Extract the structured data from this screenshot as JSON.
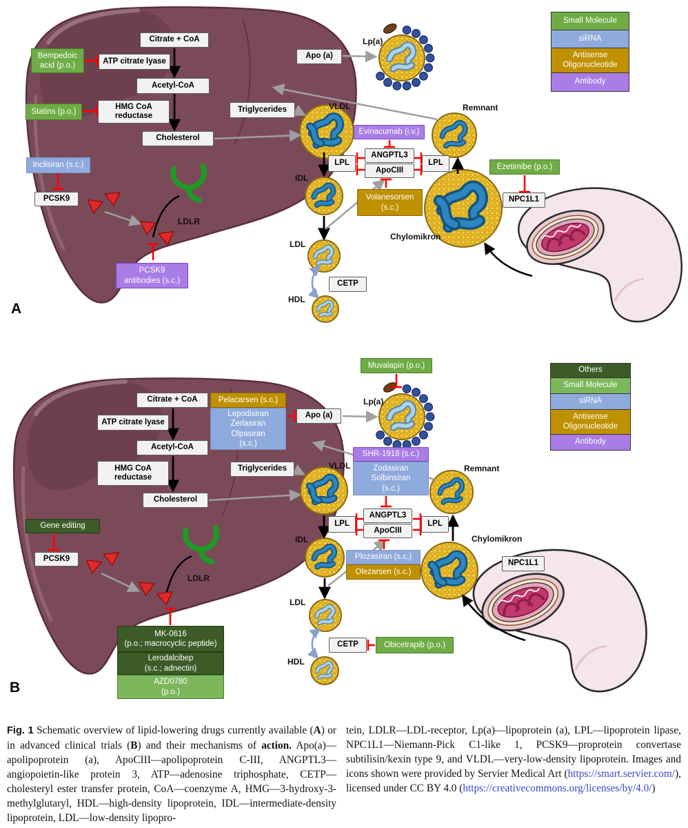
{
  "panel_a": {
    "label": "A",
    "boxes": {
      "citrate_coa": "Citrate + CoA",
      "atp_citrate_lyase": "ATP citrate lyase",
      "acetyl_coa": "Acetyl-CoA",
      "hmg_coa_reductase": "HMG CoA\nreductase",
      "cholesterol": "Cholesterol",
      "triglycerides": "Triglycerides",
      "pcsk9": "PCSK9",
      "apo_a": "Apo (a)",
      "angptl3": "ANGPTL3",
      "apociii": "ApoCIII",
      "lpl_left": "LPL",
      "lpl_right": "LPL",
      "cetp": "CETP",
      "npc1l1": "NPC1L1"
    },
    "drugs": {
      "bempedoic_acid": "Bempedoic\nacid (p.o.)",
      "statins": "Statins (p.o.)",
      "inclisiran": "Inclisiran (s.c.)",
      "pcsk9_antibodies": "PCSK9\nantibodies (s.c.)",
      "evinacumab": "Evinacumab (i.v.)",
      "volanesorsen": "Volanesorsen\n(s.c.)",
      "ezetimibe": "Ezetimibe (p.o.)"
    },
    "particles": {
      "lpa": "Lp(a)",
      "vldl": "VLDL",
      "idl": "IDL",
      "ldl": "LDL",
      "hdl": "HDL",
      "remnant": "Remnant",
      "chylomikron": "Chylomikron",
      "ldlr": "LDLR"
    },
    "legend": {
      "items": [
        {
          "label": "Small Molecule",
          "color": "#6FAC46"
        },
        {
          "label": "siRNA",
          "color": "#8FAADC"
        },
        {
          "label": "Antisense\nOligonucleotide",
          "color": "#BF9000"
        },
        {
          "label": "Antibody",
          "color": "#A97CE6"
        }
      ]
    }
  },
  "panel_b": {
    "label": "B",
    "boxes": {
      "citrate_coa": "Citrate + CoA",
      "atp_citrate_lyase": "ATP citrate lyase",
      "acetyl_coa": "Acetyl-CoA",
      "hmg_coa_reductase": "HMG CoA\nreductase",
      "cholesterol": "Cholesterol",
      "triglycerides": "Triglycerides",
      "pcsk9": "PCSK9",
      "apo_a": "Apo (a)",
      "angptl3": "ANGPTL3",
      "apociii": "ApoCIII",
      "lpl_left": "LPL",
      "lpl_right": "LPL",
      "cetp": "CETP",
      "npc1l1": "NPC1L1"
    },
    "drugs": {
      "muvalapin": "Muvalapin (p.o.)",
      "pelacarsen": "Pelacarsen (s.c.)",
      "lepodisiran_group": "Lepodisiran\nZerlasiran\nOlpasiran\n(s.c.)",
      "shr_1918": "SHR-1918 (s.c.)",
      "zodasiran_group": "Zodasiran\nSolbinsiran\n(s.c.)",
      "plozasiran": "Plozasiran (s.c.)",
      "olezarsen": "Olezarsen (s.c.)",
      "gene_editing": "Gene editing",
      "mk_0616": "MK-0616\n(p.o.; macrocyclic peptide)",
      "lerodalcibep": "Lerodalcibep\n(s.c.; adnectin)",
      "azd0780": "AZD0780\n(p.o.)",
      "obicetrapib": "Obicetrapib (p.o.)"
    },
    "particles": {
      "lpa": "Lp(a)",
      "vldl": "VLDL",
      "idl": "IDL",
      "ldl": "LDL",
      "hdl": "HDL",
      "remnant": "Remnant",
      "chylomikron": "Chylomikron",
      "ldlr": "LDLR"
    },
    "legend": {
      "items": [
        {
          "label": "Others",
          "color": "#3C5B26"
        },
        {
          "label": "Small Molecule",
          "color": "#7CB75B"
        },
        {
          "label": "siRNA",
          "color": "#8FAADC"
        },
        {
          "label": "Antisense\nOligonucleotide",
          "color": "#BF9000"
        },
        {
          "label": "Antibody",
          "color": "#A97CE6"
        }
      ]
    }
  },
  "caption": {
    "col1": [
      {
        "t": "Fig. 1",
        "f": 1
      },
      {
        "t": " Schematic overview of lipid-lowering drugs currently available ("
      },
      {
        "t": "A",
        "b": 1
      },
      {
        "t": ") or in advanced clinical trials ("
      },
      {
        "t": "B",
        "b": 1
      },
      {
        "t": ") and their mechanisms of "
      },
      {
        "t": "action.",
        "b": 1
      },
      {
        "t": " Apo(a)—apolipoprotein (a), ApoCIII—apolipoprotein C-III, ANGPTL3—angiopoietin-like protein 3, ATP—adenosine triphosphate, CETP—cholesteryl ester transfer protein, CoA—coenzyme A, HMG—3-hydroxy-3-methylglutaryl, HDL—high-density lipoprotein, IDL—intermediate-density lipoprotein, LDL—low-density lipopro-"
      }
    ],
    "col2": [
      {
        "t": "tein, LDLR—LDL-receptor, Lp(a)—lipoprotein (a), LPL—lipoprotein lipase, NPC1L1—Niemann-Pick C1-like 1, PCSK9—proprotein convertase subtilisin/kexin type 9, and VLDL—very-low-density lipoprotein. Images and icons shown were provided by Servier Medical Art ("
      },
      {
        "t": "https://smart.servier.com/",
        "link": 1
      },
      {
        "t": "), licensed under CC BY 4.0 ("
      },
      {
        "t": "https://creativecommons.org/licenses/by/4.0/",
        "link": 1
      },
      {
        "t": ")"
      }
    ]
  },
  "colors": {
    "small_molecule": "#6FAC46",
    "small_molecule_light": "#7CB75B",
    "sirna": "#8FAADC",
    "antisense_oligonucleotide": "#BF9000",
    "antibody": "#A97CE6",
    "others": "#3C5B26",
    "inhibition_red": "#FF0000",
    "liver": "#7B4A59",
    "link_blue": "#3448C8"
  }
}
